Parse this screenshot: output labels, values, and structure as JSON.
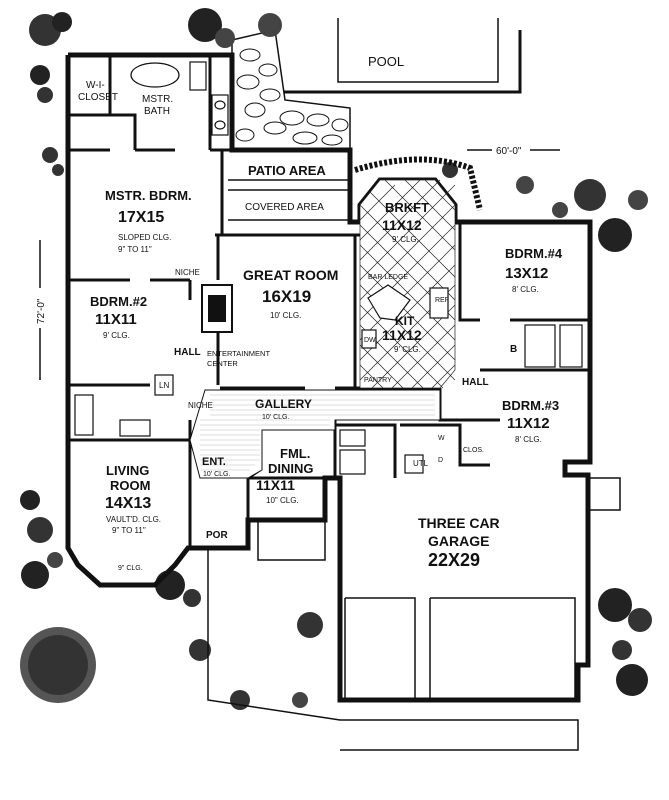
{
  "pool": {
    "label": "POOL"
  },
  "dims": {
    "width": "60'-0\"",
    "depth": "72'-0\""
  },
  "rooms": {
    "wic": {
      "name": "W-I-\nCLOSET"
    },
    "mbath": {
      "name": "MSTR.\nBATH"
    },
    "patio": {
      "name": "PATIO AREA"
    },
    "covered": {
      "name": "COVERED AREA"
    },
    "mbr": {
      "name": "MSTR. BDRM.",
      "size": "17X15",
      "clg1": "SLOPED CLG.",
      "clg2": "9\" TO 11\""
    },
    "brkft": {
      "name": "BRKFT",
      "size": "11X12",
      "clg": "9' CLG."
    },
    "bdr4": {
      "name": "BDRM.#4",
      "size": "13X12",
      "clg": "8' CLG."
    },
    "great": {
      "name": "GREAT ROOM",
      "size": "16X19",
      "clg": "10' CLG."
    },
    "bdr2": {
      "name": "BDRM.#2",
      "size": "11X11",
      "clg": "9' CLG."
    },
    "kit": {
      "name": "KIT",
      "size": "11X12",
      "clg": "9' CLG."
    },
    "bdr3": {
      "name": "BDRM.#3",
      "size": "11X12",
      "clg": "8' CLG."
    },
    "living": {
      "name": "LIVING\nROOM",
      "size": "14X13",
      "clg1": "VAULT'D. CLG.",
      "clg2": "9\" TO 11\"",
      "clg3": "9\" CLG."
    },
    "dining": {
      "name": "FML.\nDINING",
      "size": "11X11",
      "clg": "10\" CLG."
    },
    "garage": {
      "name": "THREE CAR\nGARAGE",
      "size": "22X29"
    },
    "gallery": {
      "name": "GALLERY",
      "clg": "10' CLG."
    },
    "ent": {
      "name": "ENT.",
      "clg": "10' CLG."
    }
  },
  "small_labels": {
    "niche1": "NICHE",
    "niche2": "NICHE",
    "hall1": "HALL",
    "hall2": "HALL",
    "entertainment": "ENTERTAINMENT\nCENTER",
    "ln": "LN",
    "bar": "BAR LEDGE",
    "ref": "REF",
    "dw": "DW",
    "pantry": "PANTRY",
    "por": "POR",
    "b": "B",
    "clos": "CLOS.",
    "w": "W",
    "d": "D",
    "util": "UTL"
  }
}
